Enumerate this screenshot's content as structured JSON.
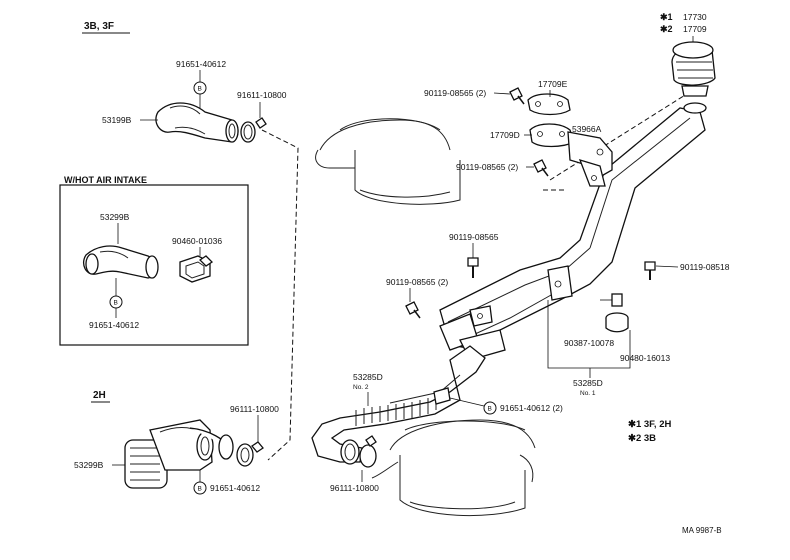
{
  "sections": {
    "top_variant": "3B, 3F",
    "hot_air_box_title": "W/HOT AIR INTAKE",
    "variant_2h": "2H"
  },
  "parts": {
    "p91651_top": "91651-40612",
    "p53199B": "53199B",
    "p91611": "91611-10800",
    "p90119_top_a": "90119-08565 (2)",
    "p17709E": "17709E",
    "p17709D": "17709D",
    "p53966A": "53966A",
    "p90119_top_b": "90119-08565 (2)",
    "p17730": "17730",
    "p17709": "17709",
    "p53299B": "53299B",
    "p90460_01036": "90460-01036",
    "p91651_box": "91651-40612",
    "p90119_mid": "90119-08565",
    "p90119_mid2": "90119-08565 (2)",
    "p90119_right": "90119-08518",
    "p90387": "90387-10078",
    "p90480": "90480-16013",
    "p53285D_no1": "53285D",
    "no1": "No. 1",
    "p53285D_no2": "53285D",
    "no2": "No. 2",
    "p91651_mid": "91651-40612 (2)",
    "p96111_2h": "96111-10800",
    "p53299B_2h": "53299B",
    "p91651_2h": "91651-40612",
    "p96111_bottom": "96111-10800"
  },
  "notes": {
    "mark1": "✱1",
    "mark2": "✱2",
    "legend1": "✱1 3F, 2H",
    "legend2": "✱2 3B"
  },
  "symbols": {
    "b": "B"
  },
  "footer": {
    "code": "MA 9987-B"
  }
}
